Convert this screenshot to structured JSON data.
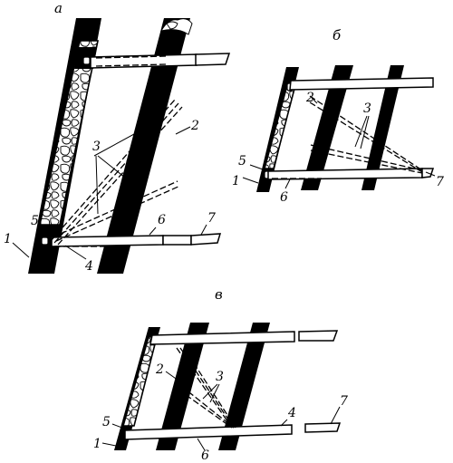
{
  "panels": [
    {
      "label": "а",
      "callouts": {
        "n1": "1",
        "n2": "2",
        "n3": "3",
        "n4": "4",
        "n5": "5",
        "n6": "6",
        "n7": "7"
      }
    },
    {
      "label": "б",
      "callouts": {
        "n1": "1",
        "n2": "2",
        "n3": "3",
        "n5": "5",
        "n6": "6",
        "n7": "7"
      }
    },
    {
      "label": "в",
      "callouts": {
        "n1": "1",
        "n2": "2",
        "n3": "3",
        "n4": "4",
        "n5": "5",
        "n6": "6",
        "n7": "7"
      }
    }
  ]
}
